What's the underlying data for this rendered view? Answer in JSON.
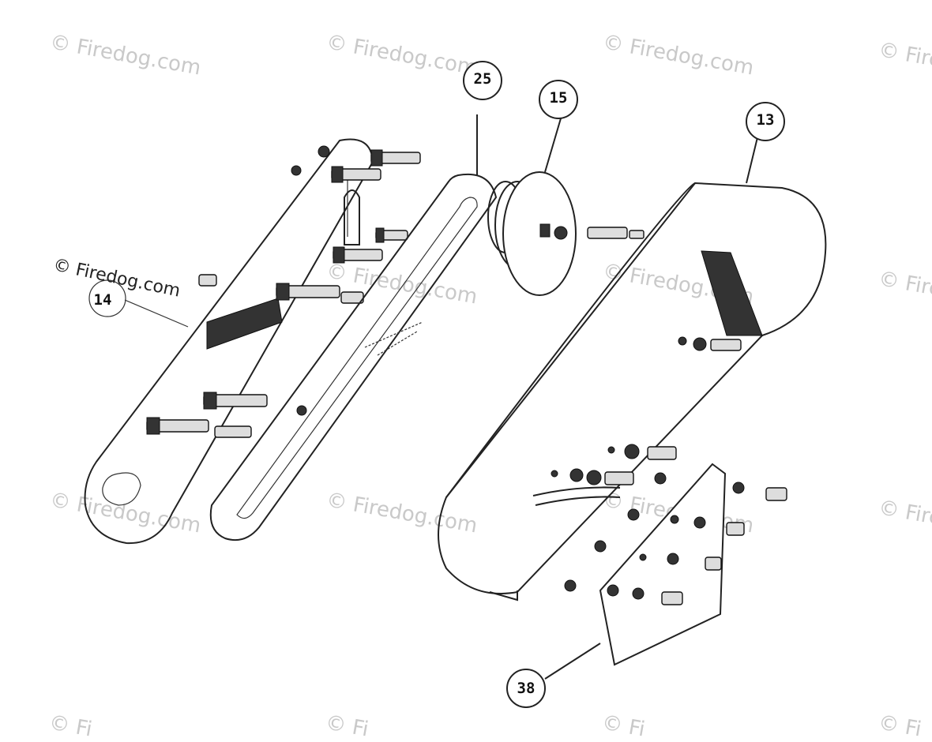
{
  "watermarks": [
    "© Firedog.com",
    "© Firedog.com",
    "© Firedog.com",
    "© Fire",
    "© Firedog.com",
    "© Firedog.com",
    "© Fire",
    "© Firedog.com",
    "© Firedog.com",
    "© Firedog.com",
    "© Fire",
    "© Fi",
    "© Fi",
    "© Fi",
    "© Fi"
  ],
  "watermark_dark": "© Firedog.com",
  "callouts": {
    "c25": "25",
    "c15": "15",
    "c13": "13",
    "c38": "38",
    "c14": "14"
  }
}
